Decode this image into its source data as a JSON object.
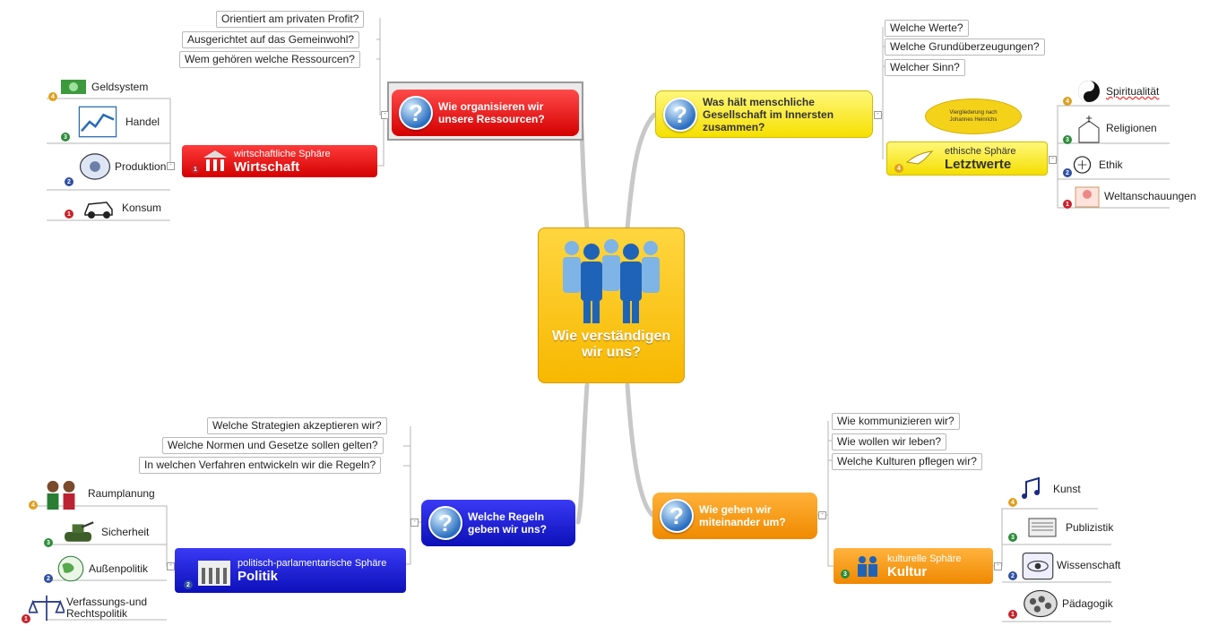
{
  "center": {
    "title": "Wie verständigen wir uns?"
  },
  "colors": {
    "red": "#e01b1b",
    "yellow": "#ffe84a",
    "blue": "#1a22d8",
    "orange": "#f59a10",
    "center": "#ffc40a"
  },
  "top_left": {
    "hub": "Wie organisieren wir unsere Ressourcen?",
    "questions": [
      "Orientiert am privaten Profit?",
      "Ausgerichtet auf das Gemeinwohl?",
      "Wem gehören welche Ressourcen?"
    ],
    "sphere_sub": "wirtschaftliche Sphäre",
    "sphere_main": "Wirtschaft",
    "sphere_prio": "1",
    "leaves": [
      {
        "label": "Geldsystem",
        "prio": "4",
        "icon": "money-icon"
      },
      {
        "label": "Handel",
        "prio": "3",
        "icon": "chart-icon"
      },
      {
        "label": "Produktion",
        "prio": "2",
        "icon": "production-icon"
      },
      {
        "label": "Konsum",
        "prio": "1",
        "icon": "car-icon"
      }
    ]
  },
  "top_right": {
    "hub": "Was hält menschliche Gesellschaft im Innersten zusammen?",
    "questions": [
      "Welche Werte?",
      "Welche Grundüberzeugungen?",
      "Welcher Sinn?"
    ],
    "callout": "Viergliederung nach Johannes Heinrichs",
    "sphere_sub": "ethische Sphäre",
    "sphere_main": "Letztwerte",
    "sphere_prio": "4",
    "leaves": [
      {
        "label": "Spiritualität",
        "prio": "4",
        "icon": "yin-yang-icon"
      },
      {
        "label": "Religionen",
        "prio": "3",
        "icon": "church-icon"
      },
      {
        "label": "Ethik",
        "prio": "2",
        "icon": "ethics-icon"
      },
      {
        "label": "Weltanschauungen",
        "prio": "1",
        "icon": "worldview-icon"
      }
    ]
  },
  "bottom_left": {
    "hub": "Welche Regeln geben wir uns?",
    "questions": [
      "Welche Strategien akzeptieren wir?",
      "Welche Normen und Gesetze sollen gelten?",
      "In welchen Verfahren entwickeln wir die Regeln?"
    ],
    "sphere_sub": "politisch-parlamentarische Sphäre",
    "sphere_main": "Politik",
    "sphere_prio": "2",
    "leaves": [
      {
        "label": "Raumplanung",
        "prio": "4",
        "icon": "people-icon"
      },
      {
        "label": "Sicherheit",
        "prio": "3",
        "icon": "tank-icon"
      },
      {
        "label": "Außenpolitik",
        "prio": "2",
        "icon": "globe-icon"
      },
      {
        "label": "Verfassungs-und Rechtspolitik",
        "prio": "1",
        "icon": "scales-icon"
      }
    ]
  },
  "bottom_right": {
    "hub": "Wie gehen wir miteinander um?",
    "questions": [
      "Wie kommunizieren wir?",
      "Wie wollen wir leben?",
      "Welche Kulturen pflegen wir?"
    ],
    "sphere_sub": "kulturelle Sphäre",
    "sphere_main": "Kultur",
    "sphere_prio": "3",
    "leaves": [
      {
        "label": "Kunst",
        "prio": "4",
        "icon": "music-icon"
      },
      {
        "label": "Publizistik",
        "prio": "3",
        "icon": "newspaper-icon"
      },
      {
        "label": "Wissenschaft",
        "prio": "2",
        "icon": "atom-icon"
      },
      {
        "label": "Pädagogik",
        "prio": "1",
        "icon": "crowd-icon"
      }
    ]
  }
}
